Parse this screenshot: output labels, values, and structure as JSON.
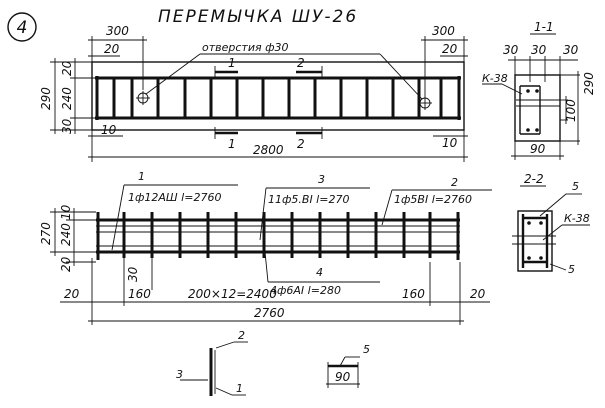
{
  "detail_number": "4",
  "title": "ПЕРЕМЫЧКА ШУ-26",
  "top_view": {
    "hole_label": "отверстия ф30",
    "dims": {
      "left_300": "300",
      "left_20": "20",
      "right_300": "300",
      "right_20": "20",
      "h_20": "20",
      "h_240": "240",
      "h_290": "290",
      "h_30": "30",
      "bottom_10_left": "10",
      "bottom_10_right": "10",
      "length": "2800"
    },
    "section_marks": {
      "m1_top": "1",
      "m1_bottom": "1",
      "m2_top": "2",
      "m2_bottom": "2"
    }
  },
  "section_1_1": {
    "title": "1-1",
    "dims": {
      "w30a": "30",
      "w30b": "30",
      "w30c": "30",
      "h100": "100",
      "h290": "290",
      "w90": "90"
    },
    "label": "К-38"
  },
  "elevation": {
    "callouts": {
      "c1_num": "1",
      "c1_spec": "1ф12АШ l=2760",
      "c3_num": "3",
      "c3_spec": "11ф5.ВI l=270",
      "c2_num": "2",
      "c2_spec": "1ф5ВI l=2760",
      "c4_num": "4",
      "c4_spec": "4ф6АI l=280"
    },
    "dims": {
      "h_10": "10",
      "h_240": "240",
      "h_270": "270",
      "h_20": "20",
      "v_30": "30",
      "b_20_left": "20",
      "b_160_left": "160",
      "b_span": "200×12=2400",
      "b_160_right": "160",
      "b_20_right": "20",
      "total": "2760"
    }
  },
  "section_2_2": {
    "title": "2-2",
    "label_5_top": "5",
    "label_k38": "К-38",
    "label_5_bottom": "5"
  },
  "detail_frame": {
    "n2": "2",
    "n3": "3",
    "n1": "1"
  },
  "detail_plate": {
    "n5": "5",
    "w90": "90"
  }
}
